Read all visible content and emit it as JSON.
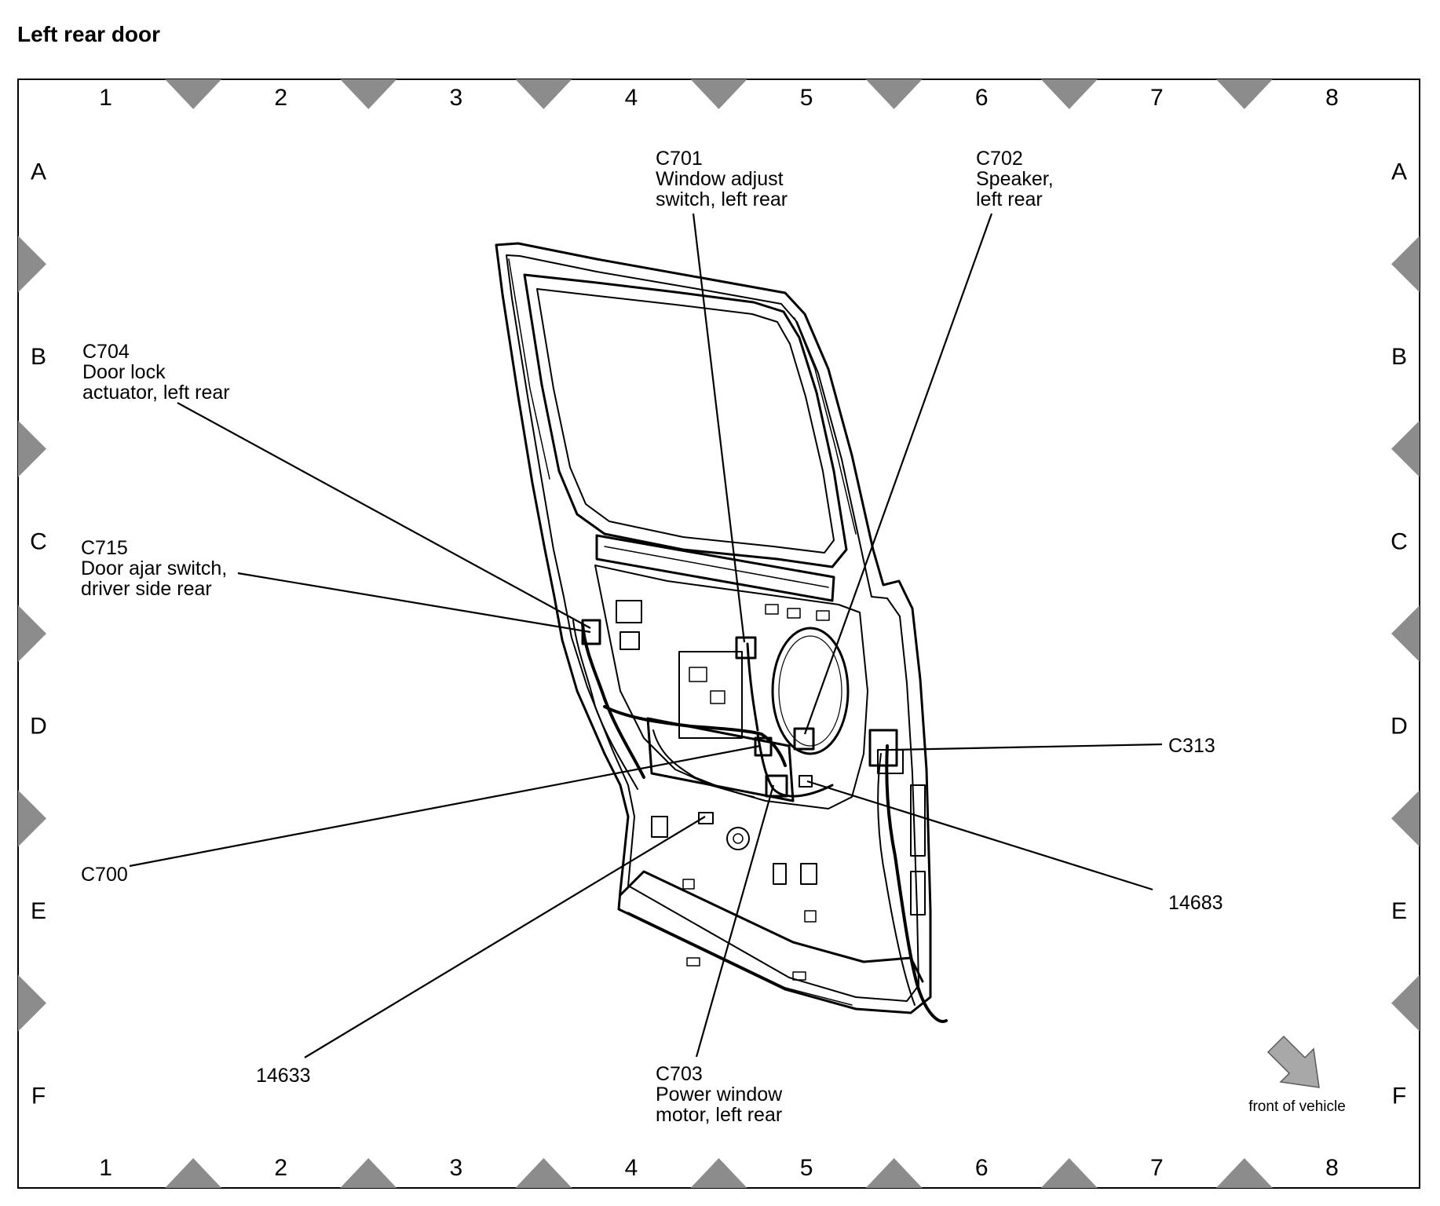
{
  "title": "Left rear door",
  "colors": {
    "ink": "#000000",
    "marker": "#8c8c8c",
    "background": "#ffffff"
  },
  "grid": {
    "columns": [
      "1",
      "2",
      "3",
      "4",
      "5",
      "6",
      "7",
      "8"
    ],
    "rows": [
      "A",
      "B",
      "C",
      "D",
      "E",
      "F"
    ]
  },
  "callouts": {
    "c701": [
      "C701",
      "Window adjust",
      "switch, left rear"
    ],
    "c702": [
      "C702",
      "Speaker,",
      "left rear"
    ],
    "c704": [
      "C704",
      "Door lock",
      "actuator, left rear"
    ],
    "c715": [
      "C715",
      "Door ajar switch,",
      "driver side rear"
    ],
    "c313": [
      "C313"
    ],
    "c700": [
      "C700"
    ],
    "p14683": [
      "14683"
    ],
    "p14633": [
      "14633"
    ],
    "c703": [
      "C703",
      "Power window",
      "motor, left rear"
    ]
  },
  "orientation": {
    "label": "front of vehicle",
    "icon": "arrow-down-right-icon"
  }
}
